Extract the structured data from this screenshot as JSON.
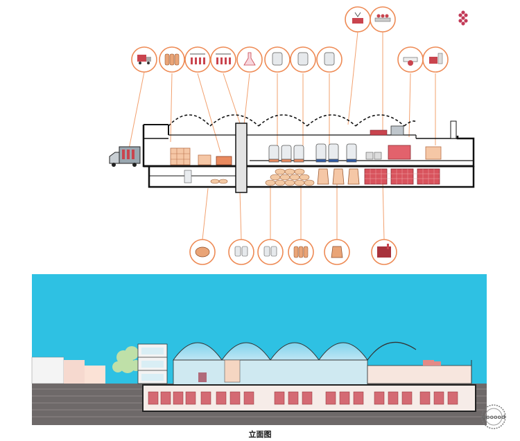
{
  "caption": "立面图",
  "watermark": {
    "text": "gooood",
    "icon": "stamp-logo"
  },
  "top_icons": [
    {
      "id": "truck",
      "icon": "truck-icon"
    },
    {
      "id": "barrels-stack",
      "icon": "barrel-stack-icon"
    },
    {
      "id": "bottling-1",
      "icon": "bottling-line-icon"
    },
    {
      "id": "bottling-2",
      "icon": "bottling-line-icon"
    },
    {
      "id": "flask",
      "icon": "lab-flask-icon"
    },
    {
      "id": "tank-white",
      "icon": "steel-tank-icon"
    },
    {
      "id": "tank-orange",
      "icon": "steel-tank-icon"
    },
    {
      "id": "tank-blue",
      "icon": "steel-tank-icon"
    },
    {
      "id": "press",
      "icon": "crusher-icon"
    },
    {
      "id": "conveyor",
      "icon": "conveyor-icon"
    },
    {
      "id": "sorting",
      "icon": "sorting-table-icon"
    },
    {
      "id": "harvest",
      "icon": "harvest-bin-icon"
    },
    {
      "id": "grape",
      "icon": "grape-icon"
    }
  ],
  "bottom_icons": [
    {
      "id": "single-barrel",
      "icon": "barrel-icon"
    },
    {
      "id": "tank-transfer-1",
      "icon": "tank-transfer-icon"
    },
    {
      "id": "tank-transfer-2",
      "icon": "tank-transfer-icon"
    },
    {
      "id": "barrel-pile",
      "icon": "barrel-stack-icon"
    },
    {
      "id": "wooden-vat",
      "icon": "wooden-vat-icon"
    },
    {
      "id": "bottle-rack",
      "icon": "bottle-rack-icon"
    }
  ],
  "colors": {
    "sky": "#2ec1e3",
    "icon_ring": "#ee8a54",
    "wine": "#c9444e",
    "ground": "#6e6969",
    "leader": "#f2a06e"
  }
}
